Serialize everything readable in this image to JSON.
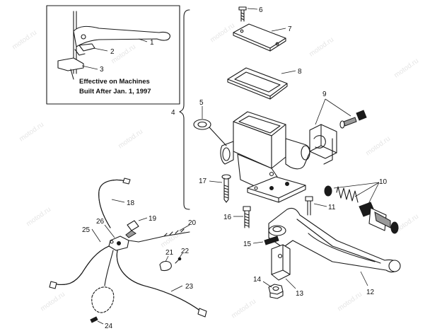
{
  "inset": {
    "note_line1": "Effective on Machines",
    "note_line2": "Built After Jan. 1, 1997"
  },
  "callouts": {
    "c1": "1",
    "c2": "2",
    "c3": "3",
    "c4": "4",
    "c5": "5",
    "c6": "6",
    "c7": "7",
    "c8": "8",
    "c9": "9",
    "c10": "10",
    "c11": "11",
    "c12": "12",
    "c13": "13",
    "c14": "14",
    "c15": "15",
    "c16": "16",
    "c17": "17",
    "c18": "18",
    "c19": "19",
    "c20": "20",
    "c21": "21",
    "c22": "22",
    "c23": "23",
    "c24": "24",
    "c25": "25",
    "c26": "26"
  },
  "watermark": "motod.ru"
}
